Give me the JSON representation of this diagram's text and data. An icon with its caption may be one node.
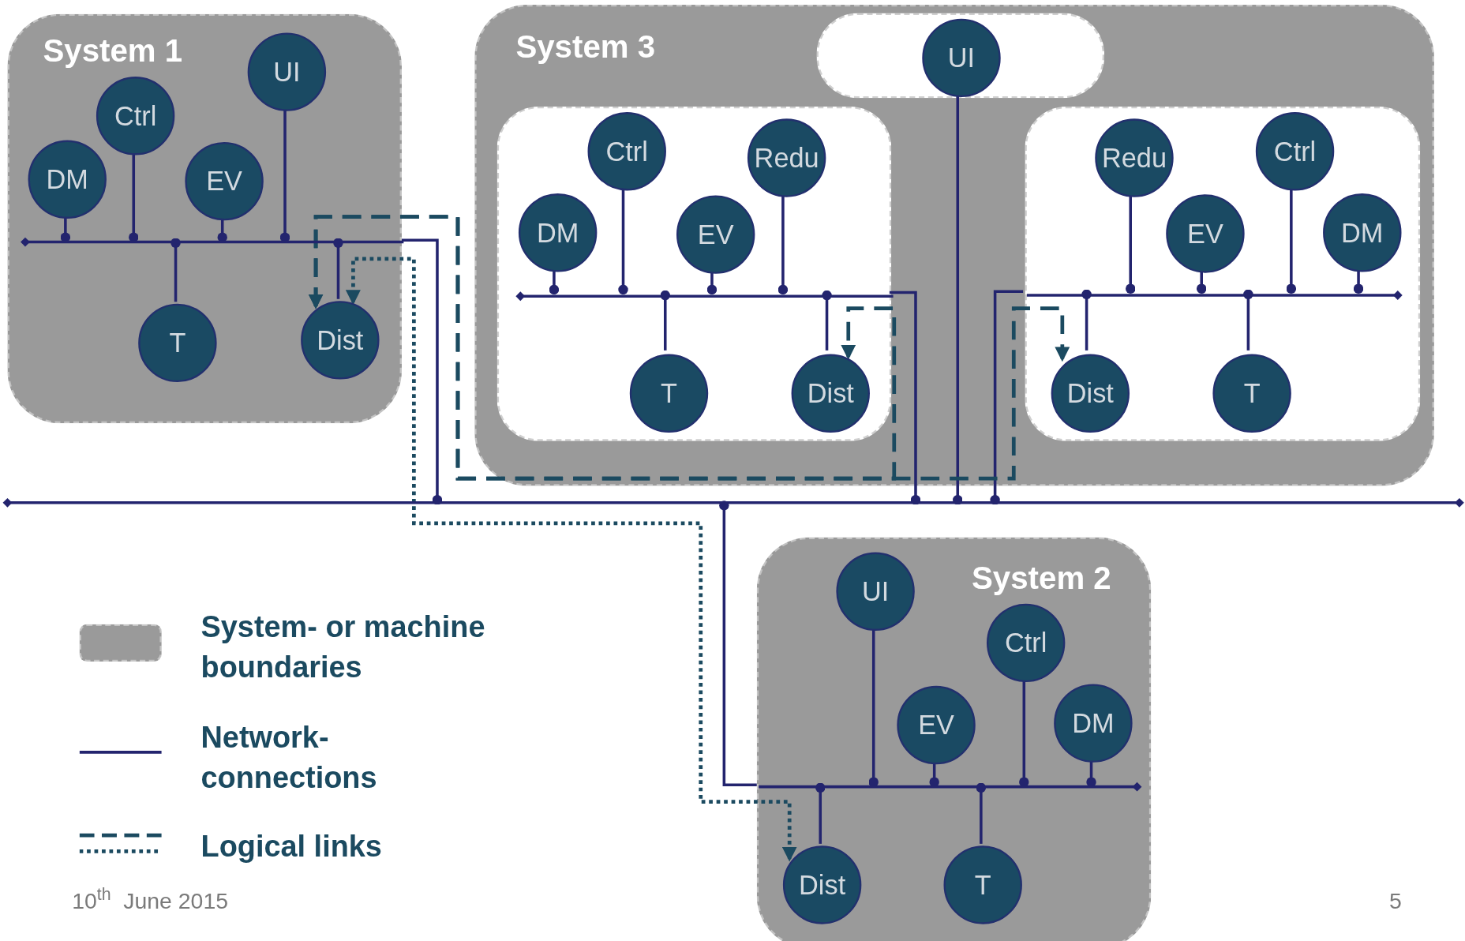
{
  "diagram": {
    "nodes": [
      {
        "text": [
          "System 1"
        ]
      },
      {
        "text": [
          "UI"
        ],
        "in": 0
      },
      {
        "text": [
          "Ctrl"
        ],
        "in": 0
      },
      {
        "text": [
          "DM"
        ],
        "in": 0
      },
      {
        "text": [
          "EV"
        ],
        "in": 0
      },
      {
        "text": [
          "T"
        ],
        "in": 0
      },
      {
        "text": [
          "Dist"
        ],
        "in": 0
      },
      {
        "text": [],
        "shape": "bar",
        "in": 0
      },
      {
        "text": [
          "System 3"
        ]
      },
      {
        "text": [],
        "shape": "box",
        "in": 8
      },
      {
        "text": [
          "UI"
        ],
        "in": 9
      },
      {
        "text": [],
        "shape": "box",
        "in": 8
      },
      {
        "text": [
          "Ctrl"
        ],
        "in": 11
      },
      {
        "text": [
          "Redu"
        ],
        "in": 11
      },
      {
        "text": [
          "DM"
        ],
        "in": 11
      },
      {
        "text": [
          "EV"
        ],
        "in": 11
      },
      {
        "text": [
          "T"
        ],
        "in": 11
      },
      {
        "text": [
          "Dist"
        ],
        "in": 11
      },
      {
        "text": [],
        "shape": "bar",
        "in": 11
      },
      {
        "text": [],
        "shape": "box",
        "in": 8
      },
      {
        "text": [
          "Redu"
        ],
        "in": 19
      },
      {
        "text": [
          "Ctrl"
        ],
        "in": 19
      },
      {
        "text": [
          "EV"
        ],
        "in": 19
      },
      {
        "text": [
          "DM"
        ],
        "in": 19
      },
      {
        "text": [
          "Dist"
        ],
        "in": 19
      },
      {
        "text": [
          "T"
        ],
        "in": 19
      },
      {
        "text": [],
        "shape": "bar",
        "in": 19
      },
      {
        "text": [
          "System 2"
        ]
      },
      {
        "text": [
          "UI"
        ],
        "in": 27
      },
      {
        "text": [
          "Ctrl"
        ],
        "in": 27
      },
      {
        "text": [
          "EV"
        ],
        "in": 27
      },
      {
        "text": [
          "DM"
        ],
        "in": 27
      },
      {
        "text": [
          "Dist"
        ],
        "in": 27
      },
      {
        "text": [
          "T"
        ],
        "in": 27
      },
      {
        "text": [],
        "shape": "bar",
        "in": 27
      },
      {
        "text": [],
        "shape": "bar"
      }
    ],
    "edges": [
      {
        "from": 1,
        "to": 7,
        "arrow": "other"
      },
      {
        "from": 2,
        "to": 7,
        "arrow": "other"
      },
      {
        "from": 3,
        "to": 7,
        "arrow": "other"
      },
      {
        "from": 4,
        "to": 7,
        "arrow": "other"
      },
      {
        "from": 5,
        "to": 7,
        "arrow": "other"
      },
      {
        "from": 6,
        "to": 7,
        "arrow": "other"
      },
      {
        "from": 12,
        "to": 18,
        "arrow": "other"
      },
      {
        "from": 13,
        "to": 18,
        "arrow": "other"
      },
      {
        "from": 14,
        "to": 18,
        "arrow": "other"
      },
      {
        "from": 15,
        "to": 18,
        "arrow": "other"
      },
      {
        "from": 16,
        "to": 18,
        "arrow": "other"
      },
      {
        "from": 17,
        "to": 18,
        "arrow": "other"
      },
      {
        "from": 20,
        "to": 26,
        "arrow": "other"
      },
      {
        "from": 21,
        "to": 26,
        "arrow": "other"
      },
      {
        "from": 22,
        "to": 26,
        "arrow": "other"
      },
      {
        "from": 23,
        "to": 26,
        "arrow": "other"
      },
      {
        "from": 24,
        "to": 26,
        "arrow": "other"
      },
      {
        "from": 25,
        "to": 26,
        "arrow": "other"
      },
      {
        "from": 28,
        "to": 34,
        "arrow": "other"
      },
      {
        "from": 29,
        "to": 34,
        "arrow": "other"
      },
      {
        "from": 30,
        "to": 34,
        "arrow": "other"
      },
      {
        "from": 31,
        "to": 34,
        "arrow": "other"
      },
      {
        "from": 32,
        "to": 34,
        "arrow": "other"
      },
      {
        "from": 33,
        "to": 34,
        "arrow": "other"
      },
      {
        "from": 7,
        "to": 35,
        "arrow": "other"
      },
      {
        "from": 18,
        "to": 35,
        "arrow": "other"
      },
      {
        "from": 10,
        "to": 35,
        "arrow": "other"
      },
      {
        "from": 26,
        "to": 35,
        "arrow": "other"
      },
      {
        "from": 35,
        "to": 34,
        "arrow": "other"
      },
      {
        "from": 6,
        "to": 17,
        "arrow": "both",
        "style": "dashed",
        "color": "#1b4a60"
      },
      {
        "from": 6,
        "to": 24,
        "arrow": "both",
        "style": "dashed",
        "color": "#1b4a60"
      },
      {
        "from": 6,
        "to": 32,
        "arrow": "both",
        "style": "dashed",
        "color": "#1b4a60"
      }
    ],
    "labels": [
      "10$^{th}$  June 2015",
      "5"
    ],
    "legend": [
      {
        "text": "System- or machine boundaries",
        "color": "#9a9a9a"
      },
      {
        "text": "Network- connections"
      },
      {
        "text": "Logical links"
      }
    ]
  }
}
